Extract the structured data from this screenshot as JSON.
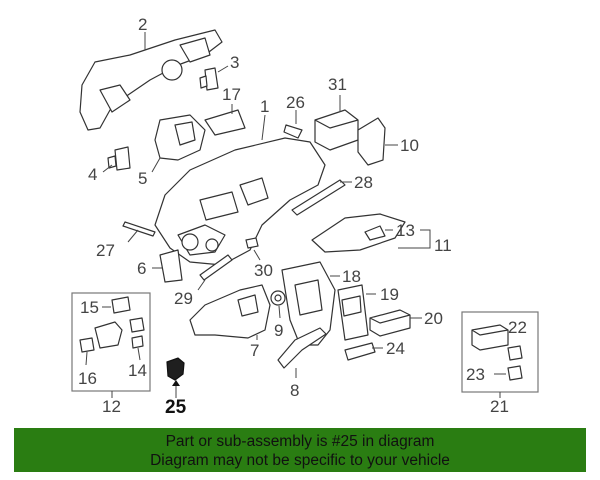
{
  "labels": {
    "p1": "1",
    "p2": "2",
    "p3": "3",
    "p4": "4",
    "p5": "5",
    "p6": "6",
    "p7": "7",
    "p8": "8",
    "p9": "9",
    "p10": "10",
    "p11": "11",
    "p12": "12",
    "p13": "13",
    "p14": "14",
    "p15": "15",
    "p16": "16",
    "p17": "17",
    "p18": "18",
    "p19": "19",
    "p20": "20",
    "p21": "21",
    "p22": "22",
    "p23": "23",
    "p24": "24",
    "p25": "25",
    "p26": "26",
    "p27": "27",
    "p28": "28",
    "p29": "29",
    "p30": "30",
    "p31": "31"
  },
  "highlight_part": "25",
  "banner": {
    "line1": "Part or sub-assembly is #25 in diagram",
    "line2": "Diagram may not be specific to your vehicle",
    "color": "#2a7d12"
  }
}
